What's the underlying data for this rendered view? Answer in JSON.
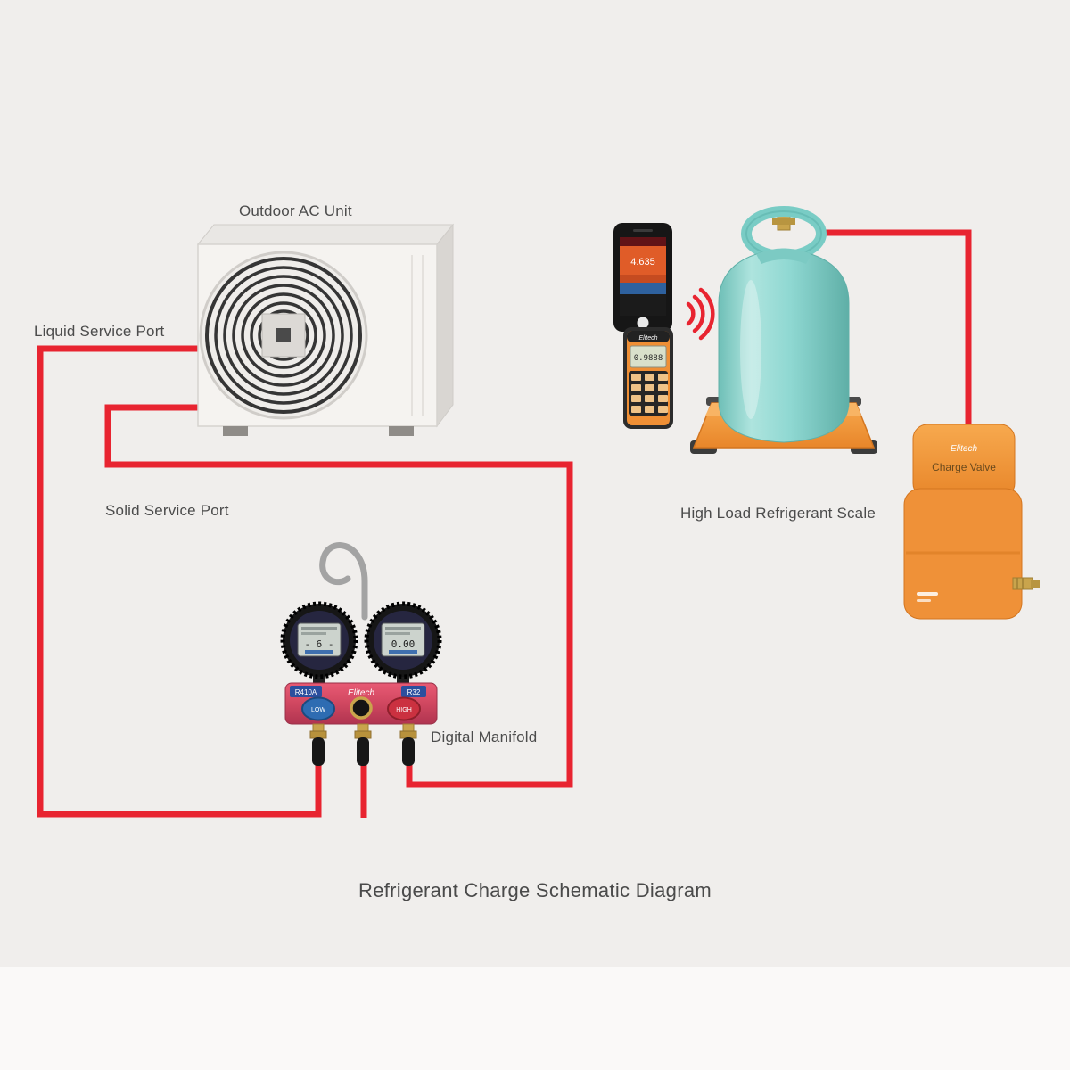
{
  "title": "Refrigerant Charge Schematic Diagram",
  "labels": {
    "outdoor_ac_unit": "Outdoor AC Unit",
    "liquid_service_port": "Liquid Service Port",
    "solid_service_port": "Solid Service Port",
    "high_load_refrigerant_scale": "High Load Refrigerant Scale",
    "digital_manifold": "Digital Manifold"
  },
  "devices": {
    "phone": {
      "reading": "4.635"
    },
    "remote_meter": {
      "brand": "Elitech",
      "reading": "0.9888"
    },
    "charge_valve": {
      "brand": "Elitech",
      "label": "Charge Valve"
    },
    "manifold": {
      "brand": "Elitech",
      "left_port": "R410A",
      "right_port": "R32",
      "low_knob": "LOW",
      "high_knob": "HIGH",
      "left_gauge_value": "- 6 -",
      "right_gauge_value": "0.00"
    }
  },
  "icons": {
    "wireless_signal": "wifi-arcs"
  },
  "colors": {
    "background": "#f0eeec",
    "pipe_red": "#e82430",
    "tank_teal": "#8fd8d2",
    "device_orange": "#ef8f35",
    "manifold_pink": "#d04760",
    "label_text": "#4c4c4c"
  }
}
